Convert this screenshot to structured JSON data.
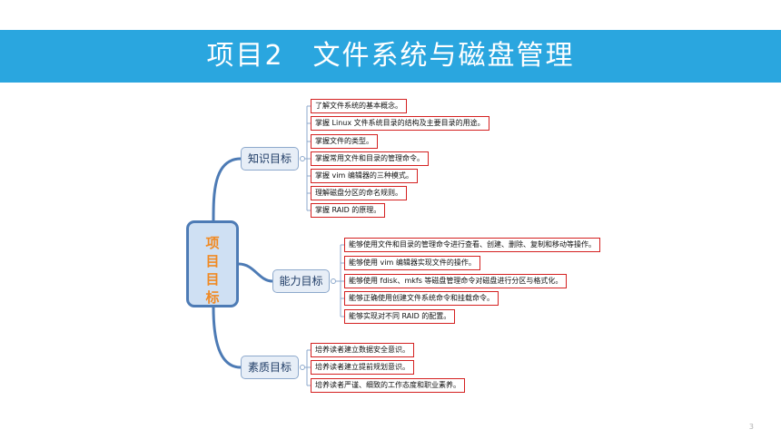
{
  "title": "项目2　文件系统与磁盘管理",
  "root_label": "项目目标",
  "branches": [
    {
      "label": "知识目标",
      "items": [
        "了解文件系统的基本概念。",
        "掌握 Linux 文件系统目录的结构及主要目录的用途。",
        "掌握文件的类型。",
        "掌握常用文件和目录的管理命令。",
        "掌握 vim 编辑器的三种模式。",
        "理解磁盘分区的命名规则。",
        "掌握 RAID 的原理。"
      ]
    },
    {
      "label": "能力目标",
      "items": [
        "能够使用文件和目录的管理命令进行查看、创建、删除、复制和移动等操作。",
        "能够使用 vim 编辑器实现文件的操作。",
        "能够使用 fdisk、mkfs 等磁盘管理命令对磁盘进行分区与格式化。",
        "能够正确使用创建文件系统命令和挂载命令。",
        "能够实现对不同 RAID 的配置。"
      ]
    },
    {
      "label": "素质目标",
      "items": [
        "培养读者建立数据安全意识。",
        "培养读者建立提前规划意识。",
        "培养读者严谨、细致的工作态度和职业素养。"
      ]
    }
  ],
  "page_number": "3",
  "colors": {
    "banner": "#2aa6df",
    "root_border": "#4d7bb5",
    "root_text": "#f08a24",
    "leaf_border": "#d42020",
    "connector": "#4d7bb5"
  }
}
